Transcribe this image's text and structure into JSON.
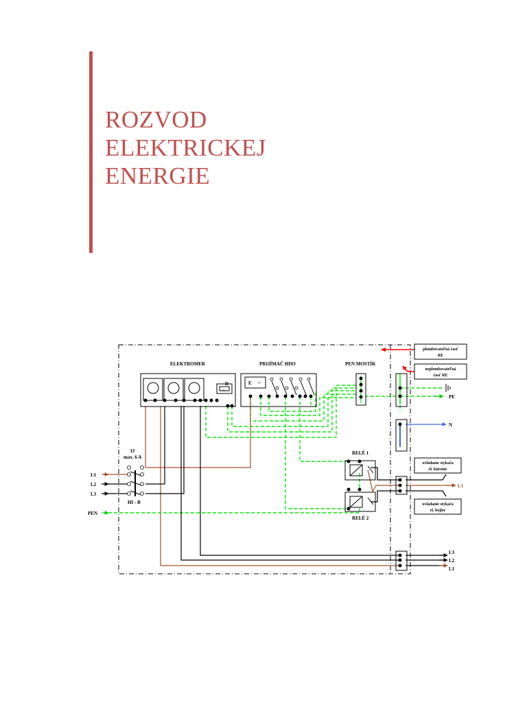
{
  "title": {
    "line1": "ROZVOD",
    "line2": "ELEKTRICKEJ",
    "line3": "ENERGIE"
  },
  "colors": {
    "accent": "#c0504d",
    "pe_wire": "#00ff00",
    "phase_wire": "#a0522d",
    "neutral_wire": "#4169e1",
    "callout_arrow": "#ff0000"
  },
  "diagram": {
    "blocks": {
      "meter": "ELEKTROMER",
      "meter_d": "D",
      "meter_d_symbol": "~",
      "hdo": "PRIJÍMAČ HDO",
      "hdo_e": "E",
      "hdo_e_symbol": "~",
      "pen_bridge": "PEN MOSTÍK",
      "relay1": "RELÉ 1",
      "relay2": "RELÉ 2",
      "breaker_top": "IJ",
      "breaker_rating": "max. 6 A",
      "breaker_bottom": "HI - B"
    },
    "callouts": {
      "sealable_1": "plombovateľná časť",
      "sealable_2": "RE",
      "unsealable_1": "neplombovateľná",
      "unsealable_2": "časť RE",
      "heating_1": "ovládanie stykača",
      "heating_2": "el. kúrenie",
      "boiler_1": "ovládanie stykača",
      "boiler_2": "el. bojler"
    },
    "inputs": {
      "l1": "L1",
      "l2": "L2",
      "l3": "L3",
      "pen": "PEN"
    },
    "outputs": {
      "pe": "PE",
      "n": "N",
      "l1_control": "L1",
      "l3": "L3",
      "l2": "L2",
      "l1": "L1"
    }
  }
}
